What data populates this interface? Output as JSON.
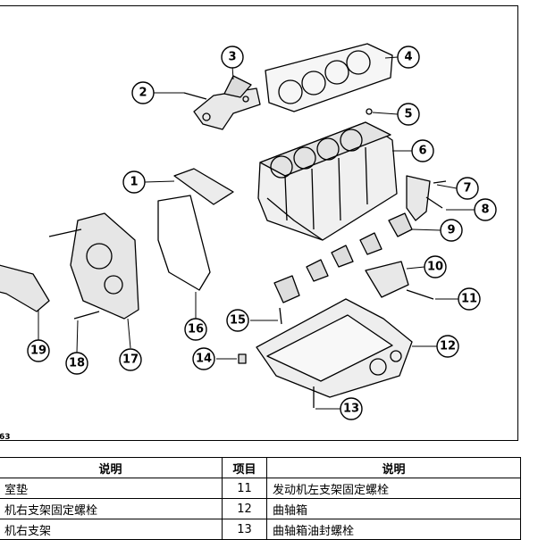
{
  "figure": {
    "code": "63",
    "callouts": [
      {
        "num": "1"
      },
      {
        "num": "2"
      },
      {
        "num": "3"
      },
      {
        "num": "4"
      },
      {
        "num": "5"
      },
      {
        "num": "6"
      },
      {
        "num": "7"
      },
      {
        "num": "8"
      },
      {
        "num": "9"
      },
      {
        "num": "10"
      },
      {
        "num": "11"
      },
      {
        "num": "12"
      },
      {
        "num": "13"
      },
      {
        "num": "14"
      },
      {
        "num": "15"
      },
      {
        "num": "16"
      },
      {
        "num": "17"
      },
      {
        "num": "18"
      },
      {
        "num": "19"
      }
    ]
  },
  "table": {
    "headers": [
      "说明",
      "项目",
      "说明"
    ],
    "rows": [
      {
        "left_desc": "室垫",
        "item": "11",
        "right_desc": "发动机左支架固定螺栓"
      },
      {
        "left_desc": "机右支架固定螺栓",
        "item": "12",
        "right_desc": "曲轴箱"
      },
      {
        "left_desc": "机右支架",
        "item": "13",
        "right_desc": "曲轴箱油封螺栓"
      }
    ]
  }
}
